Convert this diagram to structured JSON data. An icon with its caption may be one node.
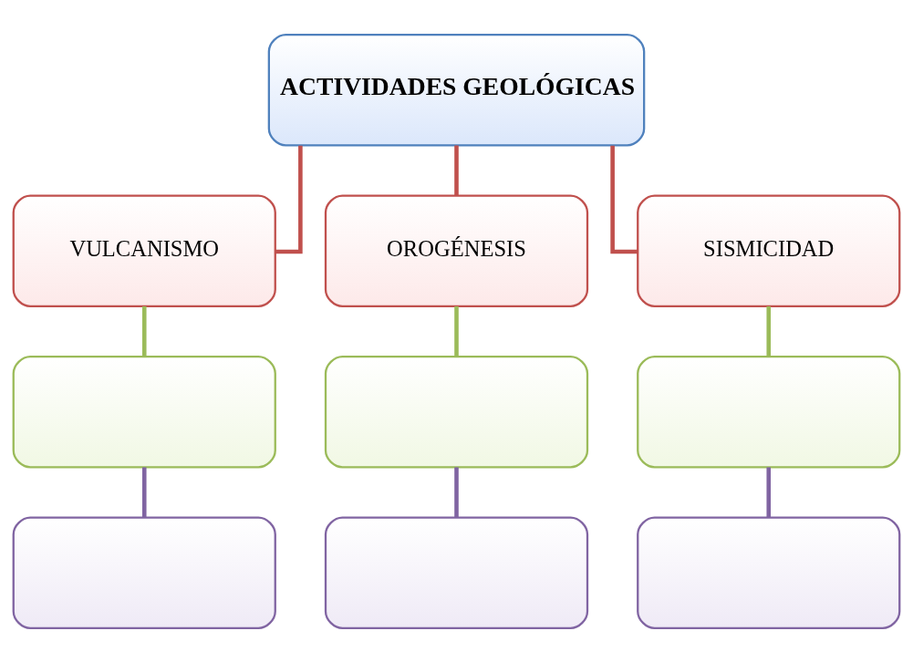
{
  "diagram": {
    "nodes": [
      {
        "text": [
          "ACTIVIDADES GEOLÓGICAS"
        ]
      },
      {
        "text": [
          "VULCANISMO"
        ]
      },
      {
        "text": [
          "OROGÉNESIS"
        ]
      },
      {
        "text": [
          "SISMICIDAD"
        ]
      },
      {
        "text": [],
        "shape": "box"
      },
      {
        "text": [],
        "shape": "box"
      },
      {
        "text": [],
        "shape": "box"
      },
      {
        "text": [],
        "shape": "box"
      },
      {
        "text": [],
        "shape": "box"
      },
      {
        "text": [],
        "shape": "box"
      }
    ],
    "edges": [
      {
        "from": 0,
        "to": 1,
        "arrow": "none",
        "color": "#c0504d"
      },
      {
        "from": 0,
        "to": 2,
        "arrow": "none",
        "color": "#c0504d"
      },
      {
        "from": 0,
        "to": 3,
        "arrow": "none",
        "color": "#c0504d"
      },
      {
        "from": 1,
        "to": 4,
        "arrow": "none",
        "color": "#9bbb59"
      },
      {
        "from": 2,
        "to": 5,
        "arrow": "none",
        "color": "#9bbb59"
      },
      {
        "from": 3,
        "to": 6,
        "arrow": "none",
        "color": "#9bbb59"
      },
      {
        "from": 4,
        "to": 7,
        "arrow": "none",
        "color": "#8064a2"
      },
      {
        "from": 5,
        "to": 8,
        "arrow": "none",
        "color": "#8064a2"
      },
      {
        "from": 6,
        "to": 9,
        "arrow": "none",
        "color": "#8064a2"
      }
    ]
  }
}
